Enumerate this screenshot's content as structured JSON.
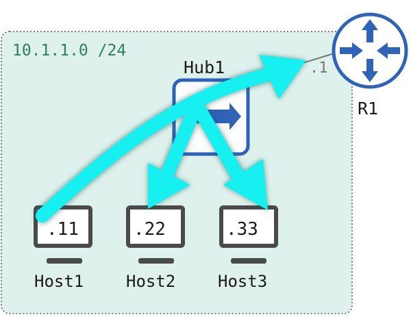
{
  "subnet": {
    "label": "10.1.1.0 /24",
    "fill_color": "#dff1ec",
    "label_color": "#2e7d5f"
  },
  "hub": {
    "label": "Hub1",
    "icon": "hub-icon",
    "color": "#2f63b8"
  },
  "router": {
    "label": "R1",
    "interface_address": ".1",
    "icon": "router-icon",
    "color": "#2f63b8"
  },
  "hosts": [
    {
      "name": "Host1",
      "address": ".11",
      "icon": "monitor-icon"
    },
    {
      "name": "Host2",
      "address": ".22",
      "icon": "monitor-icon"
    },
    {
      "name": "Host3",
      "address": ".33",
      "icon": "monitor-icon"
    }
  ],
  "flow": {
    "color": "#16f0f0",
    "description": "broadcast arrows from Host1 through Hub1"
  },
  "colors": {
    "device_gray": "#4a4a4a",
    "text": "#1a1a1a"
  }
}
